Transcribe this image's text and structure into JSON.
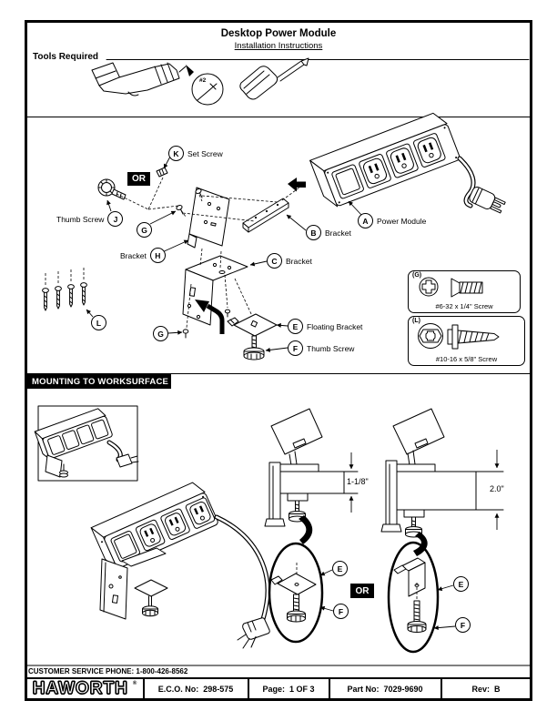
{
  "header": {
    "title": "Desktop Power Module",
    "subtitle": "Installation Instructions"
  },
  "tools": {
    "heading": "Tools Required",
    "bit_label": "#2",
    "icons": [
      "drill-icon",
      "phillips-bit-icon",
      "screwdriver-icon"
    ]
  },
  "assembly": {
    "or_label": "OR",
    "callouts": {
      "k": {
        "letter": "K",
        "label": "Set Screw"
      },
      "j": {
        "letter": "J",
        "label": "Thumb Screw"
      },
      "g_upper": {
        "letter": "G"
      },
      "h": {
        "letter": "H",
        "label": "Bracket"
      },
      "b": {
        "letter": "B",
        "label": "Bracket"
      },
      "a": {
        "letter": "A",
        "label": "Power Module"
      },
      "c": {
        "letter": "C",
        "label": "Bracket"
      },
      "l": {
        "letter": "L"
      },
      "g_lower": {
        "letter": "G"
      },
      "e": {
        "letter": "E",
        "label": "Floating Bracket"
      },
      "f": {
        "letter": "F",
        "label": "Thumb Screw"
      }
    },
    "screw_specs": [
      {
        "id": "(G)",
        "text": "#6-32 x 1/4\" Screw"
      },
      {
        "id": "(L)",
        "text": "#10-16 x 5/8\" Screw"
      }
    ]
  },
  "mounting": {
    "heading": "MOUNTING TO WORKSURFACE",
    "or_label": "OR",
    "dimensions": {
      "left": "1-1/8\"",
      "right": "2.0\""
    },
    "callouts": {
      "e": "E",
      "f": "F"
    }
  },
  "footer": {
    "customer_service": "CUSTOMER SERVICE PHONE: 1-800-426-8562",
    "brand": {
      "logo": "HAWORTH",
      "registered": "®"
    },
    "fields": [
      {
        "label": "E.C.O. No:",
        "value": "298-575"
      },
      {
        "label": "Page:",
        "value": "1 OF 3"
      },
      {
        "label": "Part No:",
        "value": "7029-9690"
      },
      {
        "label": "Rev:",
        "value": "B"
      }
    ]
  }
}
